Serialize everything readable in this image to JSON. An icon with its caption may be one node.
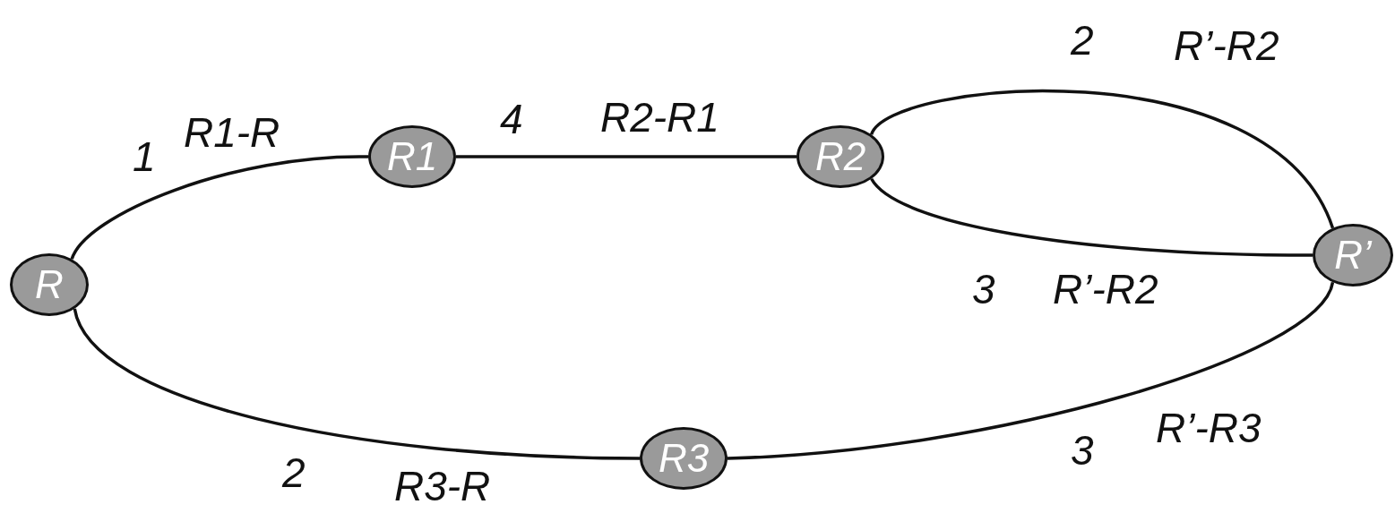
{
  "diagram": {
    "nodes": [
      {
        "text": [
          "R"
        ]
      },
      {
        "text": [
          "R1"
        ]
      },
      {
        "text": [
          "R2"
        ]
      },
      {
        "text": [
          "R’"
        ]
      },
      {
        "text": [
          "R3"
        ]
      }
    ],
    "edges": [
      {
        "from": 0,
        "to": 1,
        "arrow": "none",
        "label": "1"
      },
      {
        "from": 1,
        "to": 2,
        "arrow": "none",
        "label": "4"
      },
      {
        "from": 2,
        "to": 3,
        "arrow": "none",
        "label": "2"
      },
      {
        "from": 2,
        "to": 3,
        "arrow": "none",
        "label": "3"
      },
      {
        "from": 3,
        "to": 4,
        "arrow": "none",
        "label": "3"
      },
      {
        "from": 4,
        "to": 0,
        "arrow": "none",
        "label": "2"
      }
    ],
    "labels": [
      "R’-R2",
      "R2-R1",
      "R1-R",
      "R’-R2",
      "R’-R3",
      "R3-R"
    ]
  }
}
